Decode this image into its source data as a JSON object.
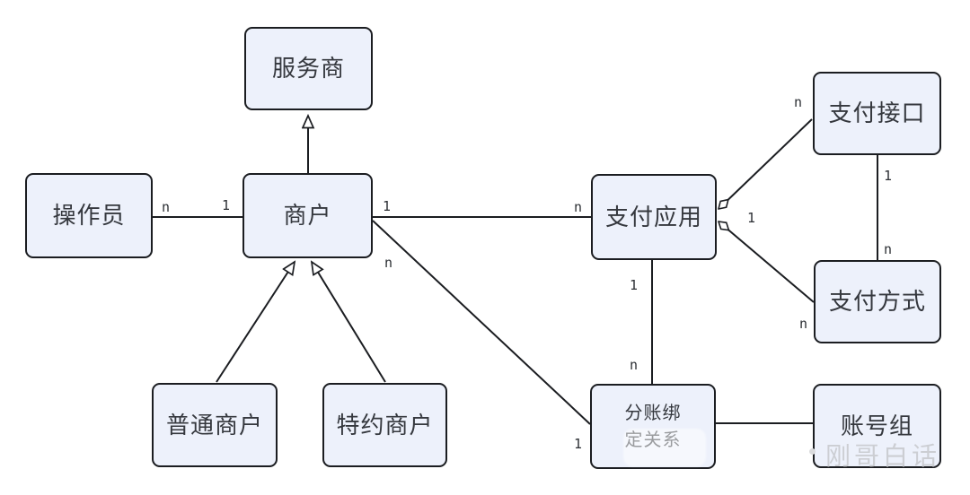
{
  "diagram": {
    "entities": [
      {
        "id": "service-provider",
        "label": "服务商"
      },
      {
        "id": "operator",
        "label": "操作员"
      },
      {
        "id": "merchant",
        "label": "商户"
      },
      {
        "id": "payment-app",
        "label": "支付应用"
      },
      {
        "id": "payment-interface",
        "label": "支付接口"
      },
      {
        "id": "payment-method",
        "label": "支付方式"
      },
      {
        "id": "normal-merchant",
        "label": "普通商户"
      },
      {
        "id": "special-merchant",
        "label": "特约商户"
      },
      {
        "id": "split-binding",
        "label": "分账绑定关系",
        "lines": [
          "分账绑",
          "定关系"
        ]
      },
      {
        "id": "account-group",
        "label": "账号组"
      }
    ],
    "relations": [
      {
        "id": "merchant-isa-service-provider",
        "from": "merchant",
        "to": "service-provider",
        "type": "generalization"
      },
      {
        "id": "operator-merchant",
        "from": "operator",
        "to": "merchant",
        "type": "association",
        "from_label": "n",
        "to_label": "1"
      },
      {
        "id": "merchant-payment-app",
        "from": "merchant",
        "to": "payment-app",
        "type": "association",
        "from_label": "1",
        "to_label": "n"
      },
      {
        "id": "normal-merchant-isa-merchant",
        "from": "normal-merchant",
        "to": "merchant",
        "type": "generalization"
      },
      {
        "id": "special-merchant-isa-merchant",
        "from": "special-merchant",
        "to": "merchant",
        "type": "generalization"
      },
      {
        "id": "merchant-split-binding",
        "from": "merchant",
        "to": "split-binding",
        "type": "association",
        "from_label": "n",
        "to_label": "1"
      },
      {
        "id": "payment-app-payment-interface",
        "from": "payment-app",
        "to": "payment-interface",
        "type": "aggregation",
        "from_label": "1",
        "to_label": "n"
      },
      {
        "id": "payment-app-payment-method",
        "from": "payment-app",
        "to": "payment-method",
        "type": "aggregation",
        "to_label": "n"
      },
      {
        "id": "payment-interface-payment-method",
        "from": "payment-interface",
        "to": "payment-method",
        "type": "association",
        "from_label": "1",
        "to_label": "n"
      },
      {
        "id": "payment-app-split-binding",
        "from": "payment-app",
        "to": "split-binding",
        "type": "association",
        "from_label": "1",
        "to_label": "n"
      },
      {
        "id": "split-binding-account-group",
        "from": "split-binding",
        "to": "account-group",
        "type": "association"
      }
    ],
    "watermark": "刚哥白话"
  },
  "colors": {
    "background": "#ffffff",
    "node_fill": "#edf1fb",
    "node_border": "#1b1d21",
    "line": "#1b1d21",
    "label_text": "#35383e",
    "multiplicity_text": "#2c2f34",
    "watermark_text": "#c9cbcf"
  }
}
